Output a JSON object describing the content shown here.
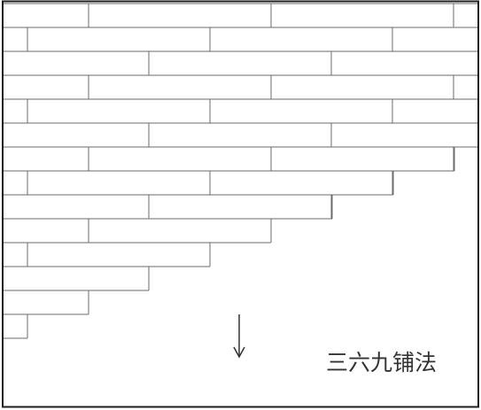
{
  "diagram": {
    "caption": "三六九铺法",
    "arrow": "down-arrow",
    "pattern": "staggered-plank-layout",
    "colors": {
      "line": "#6b6b6b",
      "border": "#1e1e1e",
      "background": "#ffffff",
      "text": "#333333"
    }
  }
}
